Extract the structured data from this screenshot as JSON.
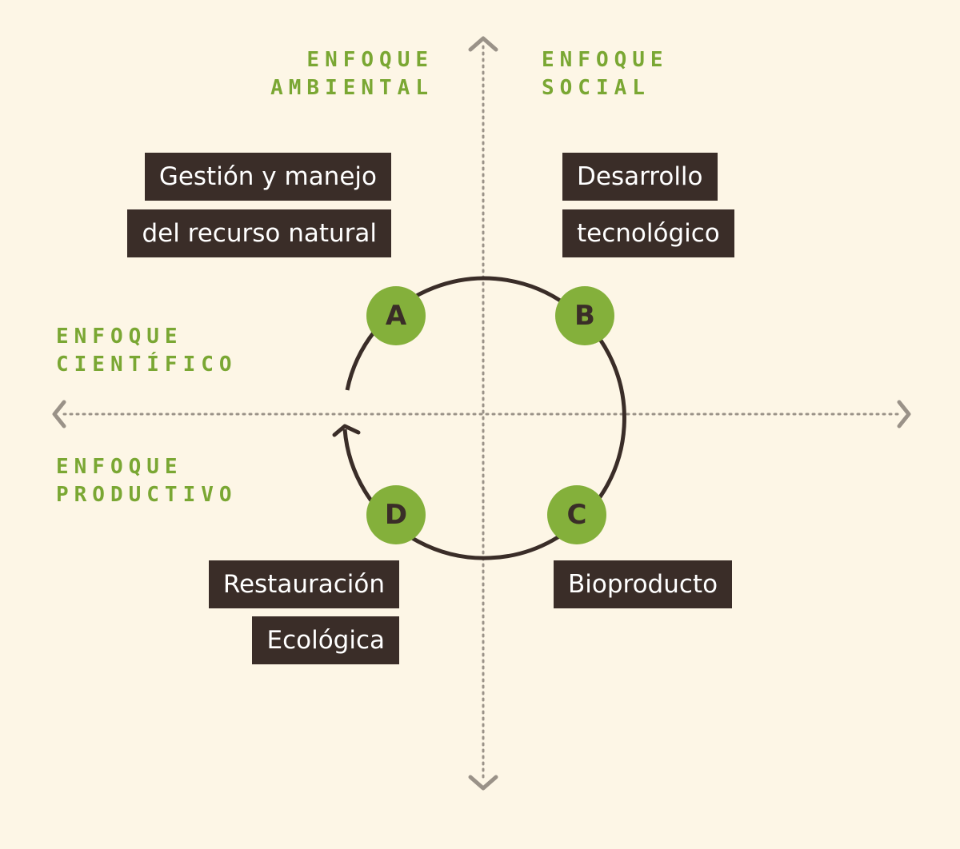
{
  "approaches": {
    "ambiental": [
      "ENFOQUE",
      "AMBIENTAL"
    ],
    "social": [
      "ENFOQUE",
      "SOCIAL"
    ],
    "cientifico": [
      "ENFOQUE",
      "CIENTÍFICO"
    ],
    "productivo": [
      "ENFOQUE",
      "PRODUCTIVO"
    ]
  },
  "boxes": {
    "gestion": [
      "Gestión y manejo",
      "del recurso natural"
    ],
    "desarrollo": [
      "Desarrollo",
      "tecnológico"
    ],
    "restauracion": [
      "Restauración",
      "Ecológica"
    ],
    "bioproducto": [
      "Bioproducto"
    ]
  },
  "nodes": [
    "A",
    "B",
    "C",
    "D"
  ],
  "colors": {
    "background": "#fdf6e6",
    "accent_green": "#7aa733",
    "node_green": "#84b03b",
    "dark_brown": "#3a2d28",
    "axis_gray": "#9a9288"
  }
}
